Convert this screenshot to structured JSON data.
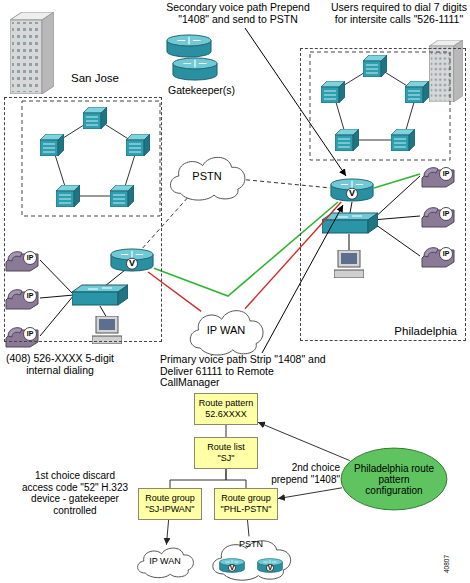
{
  "diagram": {
    "nodes": [
      {
        "text": [
          "San Jose"
        ]
      },
      {
        "text": [
          "V"
        ],
        "in": 0
      },
      {
        "text": [
          "Philadelphia"
        ]
      },
      {
        "text": [
          "V"
        ],
        "in": 2
      },
      {
        "text": [
          "PSTN"
        ]
      },
      {
        "text": [
          "IP WAN"
        ]
      },
      {
        "text": [
          "Route pattern",
          "52.6XXXX"
        ]
      },
      {
        "text": [
          "Route list",
          "\"SJ\""
        ]
      },
      {
        "text": [
          "Route group",
          "\"SJ-IPWAN\""
        ]
      },
      {
        "text": [
          "Route group",
          "\"PHL-PSTN\""
        ]
      },
      {
        "text": [
          "Philadelphia route pattern configuration"
        ]
      },
      {
        "text": [
          "IP WAN"
        ]
      },
      {
        "text": [
          "PSTN"
        ]
      }
    ],
    "edges": [
      {
        "from": 1,
        "to": 4,
        "arrow": "none"
      },
      {
        "from": 4,
        "to": 3,
        "arrow": "none"
      },
      {
        "from": 1,
        "to": 3,
        "arrow": "none"
      },
      {
        "from": 1,
        "to": 5,
        "arrow": "none"
      },
      {
        "from": 5,
        "to": 3,
        "arrow": "none"
      },
      {
        "from": 6,
        "to": 7,
        "arrow": "none"
      },
      {
        "from": 7,
        "to": 8,
        "arrow": "none"
      },
      {
        "from": 7,
        "to": 9,
        "arrow": "none"
      },
      {
        "from": 8,
        "to": 11,
        "arrow": "to"
      },
      {
        "from": 9,
        "to": 12,
        "arrow": "none"
      },
      {
        "from": 10,
        "to": 6,
        "arrow": "to"
      },
      {
        "from": 10,
        "to": 9,
        "arrow": "to"
      }
    ],
    "labels": [
      "Secondary voice path Prepend \"1408\" and send to PSTN",
      "Users required to dial 7 digits for intersite calls \"526-1111\"",
      "Gatekeeper(s)",
      "Primary voice path Strip \"1408\" and Deliver 61111 to Remote CallManager",
      "(408) 526-XXXX 5-digit internal dialing",
      "1st choice discard access code \"52\" H.323 device - gatekeeper controlled",
      "2nd choice prepend \"1408\"",
      "IP",
      "IP",
      "IP",
      "IP",
      "IP",
      "IP",
      "V",
      "V",
      "40807"
    ]
  }
}
